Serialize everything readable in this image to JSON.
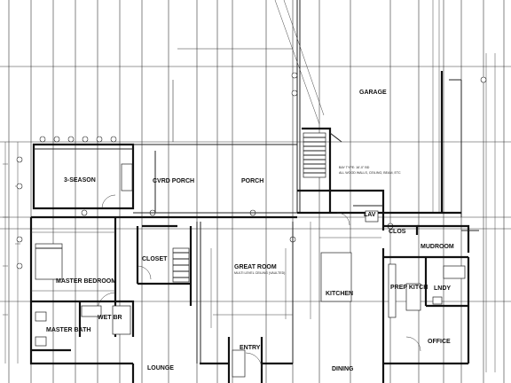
{
  "rooms": {
    "three_season": "3-SEASON",
    "cvrd_porch": "CVRD PORCH",
    "porch": "PORCH",
    "garage": "GARAGE",
    "master_bedroom": "MASTER BEDROOM",
    "closet": "CLOSET",
    "great_room": "GREAT ROOM",
    "kitchen": "KITCHEN",
    "master_bath": "MASTER BATH",
    "wet_bar": "WET BR",
    "entry": "ENTRY",
    "lounge": "LOUNGE",
    "dining": "DINING",
    "clos": "CLOS",
    "lav": "LAV",
    "mudroom": "MUDROOM",
    "prep_kitch": "PREP KITCH",
    "lndy": "LNDY",
    "office": "OFFICE"
  },
  "colors": {
    "line": "#111111",
    "background": "#ffffff"
  }
}
